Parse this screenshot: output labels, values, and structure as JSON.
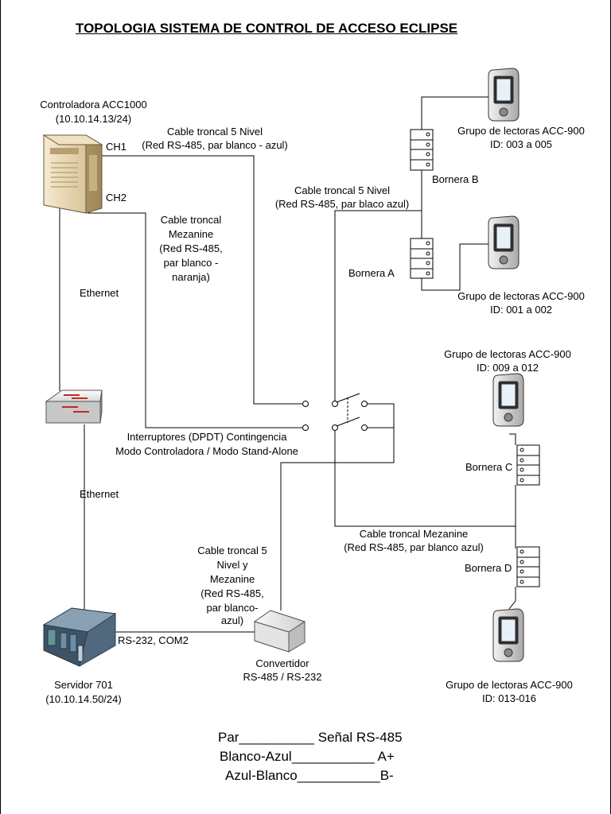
{
  "title": "TOPOLOGIA SISTEMA DE CONTROL DE ACCESO ECLIPSE",
  "controller": {
    "name": "Controladora ACC1000",
    "ip": "(10.10.14.13/24)",
    "ch1": "CH1",
    "ch2": "CH2",
    "icon": "server-tower-icon"
  },
  "cables": {
    "trunk_ch1": [
      "Cable troncal 5 Nivel",
      "(Red RS-485, par blanco - azul)"
    ],
    "trunk_b": [
      "Cable troncal 5 Nivel",
      "(Red RS-485, par blaco azul)"
    ],
    "mezzanine_ch2": [
      "Cable troncal",
      "Mezanine",
      "(Red RS-485,",
      "par blanco -",
      "naranja)"
    ],
    "ethernet_top": "Ethernet",
    "ethernet_bottom": "Ethernet",
    "mezzanine_d": [
      "Cable troncal Mezanine",
      "(Red RS-485, par blanco azul)"
    ],
    "converter_cable": [
      "Cable troncal 5",
      "Nivel y",
      "Mezanine",
      "(Red RS-485,",
      "par blanco-",
      "azul)"
    ],
    "serial": "RS-232, COM2"
  },
  "terminals": {
    "a": "Bornera A",
    "b": "Bornera B",
    "c": "Bornera C",
    "d": "Bornera D"
  },
  "reader_groups": {
    "top": [
      "Grupo de lectoras ACC-900",
      "ID: 003 a 005"
    ],
    "second": [
      "Grupo de lectoras ACC-900",
      "ID: 001 a 002"
    ],
    "third": [
      "Grupo de lectoras ACC-900",
      "ID: 009 a 012"
    ],
    "bottom": [
      "Grupo de lectoras ACC-900",
      "ID: 013-016"
    ]
  },
  "switches": [
    "Interruptores (DPDT) Contingencia",
    "Modo Controladora / Modo Stand-Alone"
  ],
  "converter": [
    "Convertidor",
    "RS-485 / RS-232"
  ],
  "server": {
    "name": "Servidor 701",
    "ip": "(10.10.14.50/24)",
    "icon": "rack-server-icon"
  },
  "legend": {
    "row1": "Par__________ Señal RS-485",
    "row2": "Blanco-Azul___________ A+",
    "row3": "Azul-Blanco___________B-"
  }
}
